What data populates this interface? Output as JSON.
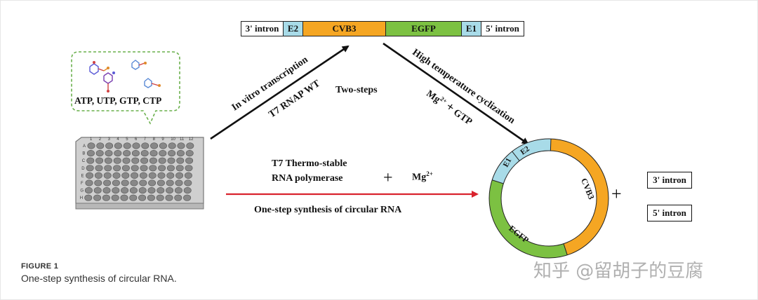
{
  "linear_construct": [
    {
      "label": "3' intron",
      "color": "#ffffff"
    },
    {
      "label": "E2",
      "color": "#a8dbe8"
    },
    {
      "label": "CVB3",
      "color": "#f5a623"
    },
    {
      "label": "EGFP",
      "color": "#7cc142"
    },
    {
      "label": "E1",
      "color": "#a8dbe8"
    },
    {
      "label": "5' intron",
      "color": "#ffffff"
    }
  ],
  "nucleotides": "ATP, UTP, GTP, CTP",
  "plate": {
    "columns": [
      "1",
      "2",
      "3",
      "4",
      "5",
      "6",
      "7",
      "8",
      "9",
      "10",
      "11",
      "12"
    ],
    "rows": [
      "A",
      "B",
      "C",
      "D",
      "E",
      "F",
      "G",
      "H"
    ]
  },
  "two_step": {
    "label": "Two-steps",
    "step1_line1": "In vitro transcription",
    "step1_line2": "T7 RNAP WT",
    "step2_line1": "High temperature cyclization",
    "step2_mg": "Mg",
    "step2_mg_charge": "2+",
    "step2_plus": "+",
    "step2_gtp": "GTP"
  },
  "one_step": {
    "polymerase_line1": "T7 Thermo-stable",
    "polymerase_line2": "RNA polymerase",
    "plus": "+",
    "mg": "Mg",
    "mg_charge": "2+",
    "label": "One-step synthesis of circular RNA"
  },
  "circular": {
    "segments": [
      "E1",
      "E2",
      "CVB3",
      "EGFP"
    ],
    "colors": {
      "E": "#a8dbe8",
      "CVB3": "#f5a623",
      "EGFP": "#7cc142"
    }
  },
  "byproducts": {
    "plus": "+",
    "intron3": "3' intron",
    "intron5": "5' intron"
  },
  "caption": {
    "title": "FIGURE 1",
    "text": "One-step synthesis of circular RNA."
  },
  "watermark": "知乎 @留胡子的豆腐"
}
